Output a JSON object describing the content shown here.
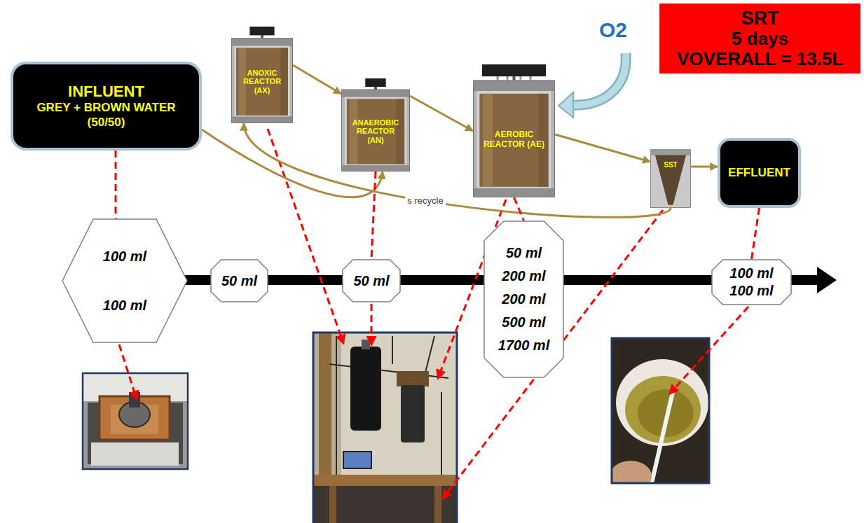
{
  "diagram": {
    "nodes": [
      {
        "text": [
          "INFLUENT",
          "GREY + BROWN WATER (50/50)"
        ]
      },
      {
        "text": [
          "ANOXIC REACTOR (AX)"
        ]
      },
      {
        "text": [
          "ANAEROBIC REACTOR (AN)"
        ]
      },
      {
        "text": [
          "AEROBIC REACTOR (AE)"
        ]
      },
      {
        "text": [
          "SST"
        ]
      },
      {
        "text": [
          "EFFLUENT"
        ]
      },
      {
        "text": [
          "SRT",
          "5 days",
          "VOVERALL = 13.5L"
        ]
      },
      {
        "text": [
          "100 ml",
          "100 ml"
        ]
      },
      {
        "text": [
          "50 ml"
        ]
      },
      {
        "text": [
          "50 ml"
        ]
      },
      {
        "text": [
          "50 ml",
          "200 ml",
          "200 ml",
          "500 ml",
          "1700 ml"
        ]
      },
      {
        "text": [
          "100 ml",
          "100 ml"
        ]
      }
    ],
    "edges": [
      {
        "from": 0,
        "to": 2,
        "arrow": "to"
      },
      {
        "from": 1,
        "to": 2,
        "arrow": "to"
      },
      {
        "from": 2,
        "to": 3,
        "arrow": "to"
      },
      {
        "from": 3,
        "to": 4,
        "arrow": "to"
      },
      {
        "from": 4,
        "to": 5,
        "arrow": "to"
      },
      {
        "from": 4,
        "to": 1,
        "label": "s recycle",
        "arrow": "to"
      },
      {
        "from": 0,
        "to": 7,
        "arrow": "none"
      },
      {
        "from": 2,
        "to": 9,
        "arrow": "none"
      },
      {
        "from": 3,
        "to": 10,
        "arrow": "none"
      },
      {
        "from": 5,
        "to": 11,
        "arrow": "none"
      }
    ],
    "labels": [
      "O2"
    ]
  }
}
